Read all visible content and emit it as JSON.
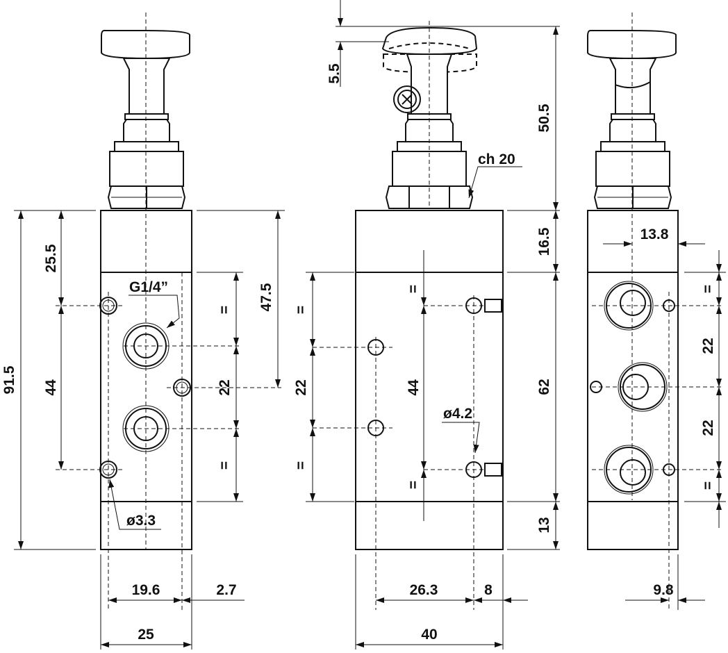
{
  "dimensions": {
    "left_view": {
      "overall_height": "91.5",
      "top_to_first_port": "25.5",
      "port_spacing": "44",
      "top_to_side_port": "47.5",
      "equal_top": "=",
      "center_spacing": "22",
      "equal_bottom": "=",
      "port_thread": "G1/4”",
      "mount_hole": "ø3.3",
      "hole_to_port": "19.6",
      "side_offset": "2.7",
      "width": "25"
    },
    "center_view": {
      "button_stroke": "5.5",
      "head_height": "50.5",
      "top_block": "16.5",
      "mid_block": "62",
      "bottom_block": "13",
      "wrench_size": "ch 20",
      "equal_left_top": "=",
      "left_spacing": "22",
      "equal_left_bottom": "=",
      "equal_inner_top": "=",
      "inner_spacing": "44",
      "equal_inner_bottom": "=",
      "hole_diameter": "ø4.2",
      "hole_offset": "26.3",
      "edge_offset": "8",
      "width": "40"
    },
    "right_view": {
      "top_offset": "13.8",
      "equal_top": "=",
      "spacing_top": "22",
      "spacing_bottom": "22",
      "equal_bottom": "=",
      "right_offset": "9.8"
    }
  }
}
